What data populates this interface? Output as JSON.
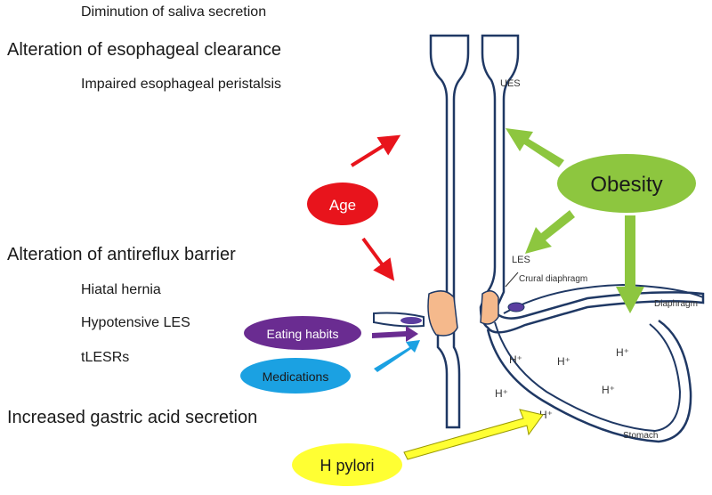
{
  "left_text": {
    "saliva": "Diminution of saliva secretion",
    "clearance": "Alteration of esophageal clearance",
    "peristalsis": "Impaired esophageal peristalsis",
    "antireflux": "Alteration of antireflux barrier",
    "hernia": "Hiatal hernia",
    "hypotensive": "Hypotensive LES",
    "tlesr": "tLESRs",
    "gastric": "Increased gastric acid secretion"
  },
  "factors": {
    "age": "Age",
    "obesity": "Obesity",
    "eating": "Eating habits",
    "medications": "Medications",
    "hpylori": "H pylori"
  },
  "anatomy": {
    "ues": "UES",
    "les": "LES",
    "crural": "Crural diaphragm",
    "diaphragm": "Diaphragm",
    "stomach": "Stomach",
    "hplus": "H⁺"
  },
  "colors": {
    "age": "#e8141c",
    "obesity": "#8dc63f",
    "eating": "#6a2c91",
    "medications": "#1ba1e2",
    "hpylori": "#ffff33",
    "outline": "#1f3864",
    "sphincter": "#f5b98c"
  }
}
